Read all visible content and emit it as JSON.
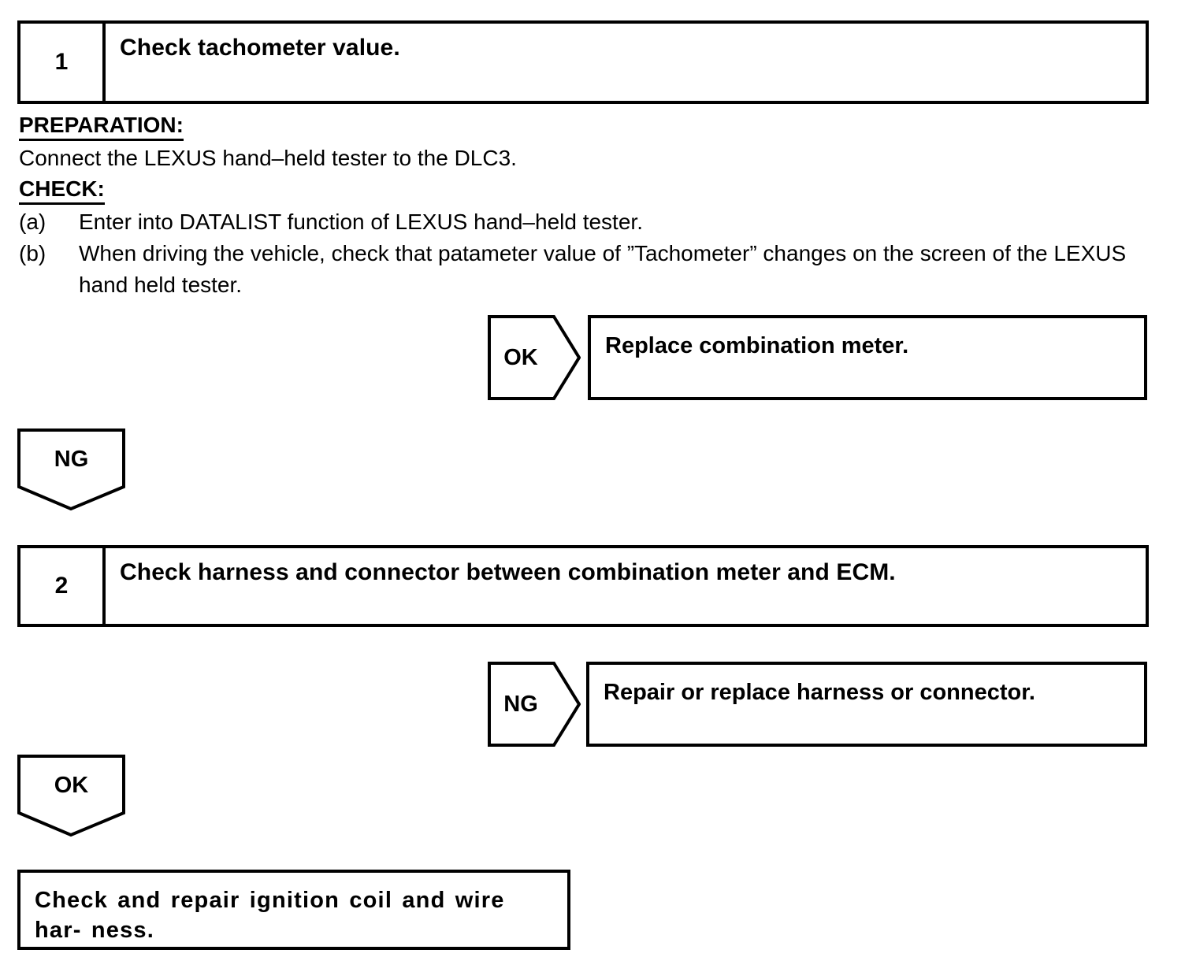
{
  "steps": [
    {
      "number": "1",
      "title": "Check tachometer value."
    },
    {
      "number": "2",
      "title": "Check harness and connector between combination meter and ECM."
    }
  ],
  "procedure": {
    "preparation_label": "PREPARATION:",
    "preparation_text": "Connect the LEXUS hand–held tester to the DLC3.",
    "check_label": "CHECK:",
    "items": [
      {
        "marker": "(a)",
        "text": "Enter into DATALIST function of LEXUS hand–held tester."
      },
      {
        "marker": "(b)",
        "text": "When driving the vehicle, check that patameter value of ”Tachometer” changes on the screen of the LEXUS hand held tester."
      }
    ]
  },
  "branches": {
    "step1_ok": {
      "label": "OK",
      "result": "Replace combination meter."
    },
    "step1_ng": {
      "label": "NG"
    },
    "step2_ng": {
      "label": "NG",
      "result": "Repair or replace harness or connector."
    },
    "step2_ok": {
      "label": "OK"
    }
  },
  "final_action": {
    "text": "Check and repair ignition coil and wire har‐ ness."
  },
  "colors": {
    "line": "#000000",
    "background": "#ffffff"
  }
}
